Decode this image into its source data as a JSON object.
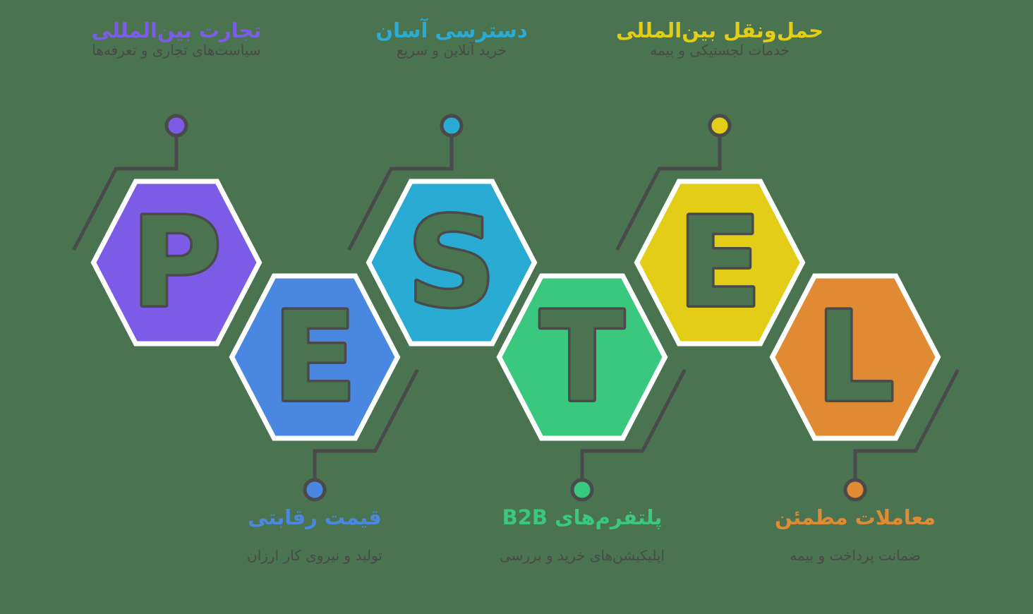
{
  "meta": {
    "background_color": "#4a7350",
    "connector_color": "#4a4a4a",
    "hex_border_color": "#ffffff",
    "letter_stroke_color": "#4a4a4a",
    "letter_fill_color": "#4a7350",
    "subtitle_color": "#4a4a4a"
  },
  "nodes": [
    {
      "id": "p",
      "letter": "P",
      "color": "#7c5ce6",
      "title": "تجارت بین‌المللی",
      "subtitle": "سیاست‌های تجاری و تعرفه‌ها",
      "position": "top"
    },
    {
      "id": "e1",
      "letter": "E",
      "color": "#4a87e0",
      "title": "قیمت رقابتی",
      "subtitle": "تولید و نیروی کار ارزان",
      "position": "bottom"
    },
    {
      "id": "s",
      "letter": "S",
      "color": "#29abd4",
      "title": "دسترسی آسان",
      "subtitle": "خرید آنلاین و سریع",
      "position": "top"
    },
    {
      "id": "t",
      "letter": "T",
      "color": "#3ac77e",
      "title": "پلتفرم‌های B2B",
      "subtitle": "اپلیکیشن‌های خرید و بررسی",
      "position": "bottom"
    },
    {
      "id": "e2",
      "letter": "E",
      "color": "#e3cd17",
      "title": "حمل‌ونقل بین‌المللی",
      "subtitle": "خدمات لجستیکی و بیمه",
      "position": "top"
    },
    {
      "id": "l",
      "letter": "L",
      "color": "#e08a33",
      "title": "معاملات مطمئن",
      "subtitle": "ضمانت پرداخت و بیمه",
      "position": "bottom"
    }
  ]
}
